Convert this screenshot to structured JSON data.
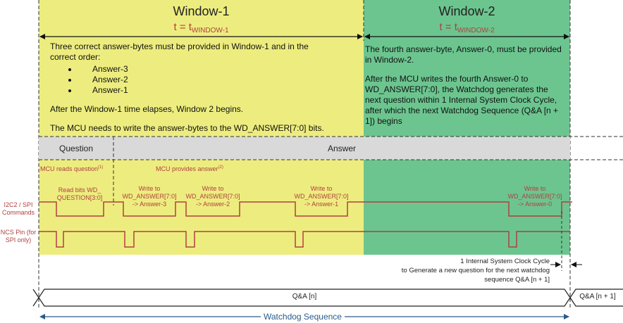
{
  "colors": {
    "window1": "#eded7f",
    "window2": "#6cc58f",
    "phase_band": "#d9d9d9",
    "signal": "#b04040",
    "text": "#222222",
    "sequence": "#2a5b8a"
  },
  "window1": {
    "title": "Window-1",
    "time_prefix": "t = t",
    "time_sub": "WINDOW-1",
    "desc_intro": "Three correct answer-bytes must be provided in Window-1 and in the correct order:",
    "answers": [
      "Answer-3",
      "Answer-2",
      "Answer-1"
    ],
    "desc_after": "After the Window-1 time elapses, Window 2 begins.",
    "desc_mcu": "The MCU needs to write the answer-bytes to the WD_ANSWER[7:0] bits."
  },
  "window2": {
    "title": "Window-2",
    "time_prefix": "t = t",
    "time_sub": "WINDOW-2",
    "desc_1": "The fourth answer-byte, Answer-0, must be provided in Window-2.",
    "desc_2": "After the MCU writes the fourth Answer-0 to WD_ANSWER[7:0], the Watchdog generates the next question within 1 Internal System Clock Cycle, after which the next Watchdog Sequence (Q&A [n + 1]) begins"
  },
  "phases": {
    "question": "Question",
    "answer": "Answer"
  },
  "notes": {
    "mcu_reads": "MCU reads question",
    "mcu_reads_ref": "(1)",
    "mcu_provides": "MCU provides answer",
    "mcu_provides_ref": "(2)"
  },
  "signals": {
    "i2c": "I2C2 / SPI Commands",
    "ncs": "NCS Pin (for SPI only)"
  },
  "commands": [
    {
      "line1": "Read bits WD_",
      "line2": "QUESTION[3:0]"
    },
    {
      "line1": "Write to",
      "line2": "WD_ANSWER[7:0]",
      "line3": "-> Answer-3"
    },
    {
      "line1": "Write to",
      "line2": "WD_ANSWER[7:0]",
      "line3": "-> Answer-2"
    },
    {
      "line1": "Write to",
      "line2": "WD_ANSWER[7:0]",
      "line3": "-> Answer-1"
    },
    {
      "line1": "Write to",
      "line2": "WD_ANSWER[7:0]",
      "line3": "-> Answer-0"
    }
  ],
  "clock_note": {
    "line1": "1 Internal System Clock Cycle",
    "line2": "to Generate a new question for the next watchdog",
    "line3": "sequence Q&A [n + 1]"
  },
  "sequences": {
    "current": "Q&A [n]",
    "next": "Q&A [n + 1]"
  },
  "watchdog_sequence": "Watchdog Sequence"
}
